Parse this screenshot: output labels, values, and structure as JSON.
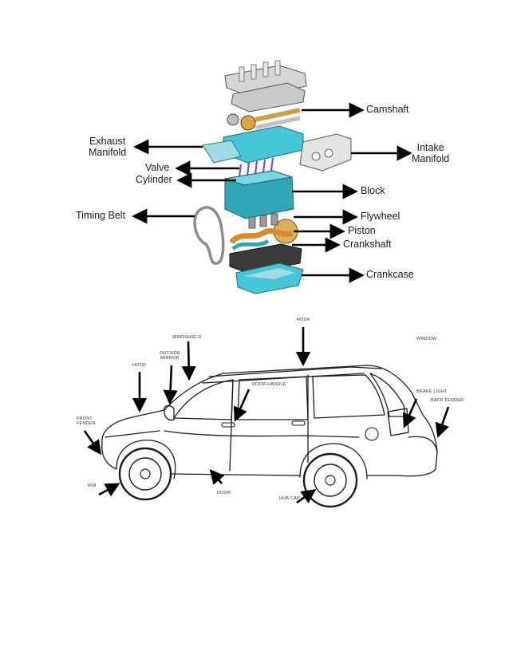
{
  "engine": {
    "labels": {
      "camshaft": "Camshaft",
      "intake_manifold": "Intake\nManifold",
      "exhaust_manifold": "Exhaust\nManifold",
      "valve": "Valve",
      "cylinder": "Cylinder",
      "block": "Block",
      "timing_belt": "Timing Belt",
      "flywheel": "Flywheel",
      "piston": "Piston",
      "crankshaft": "Crankshaft",
      "crankcase": "Crankcase"
    },
    "colors": {
      "cyan": "#46c6d6",
      "grey": "#b8bcbe",
      "orange": "#d98a2c",
      "purple": "#7f4fb3"
    }
  },
  "car": {
    "labels": {
      "roof": "ROOF",
      "windshield": "WINDSHIELD",
      "window": "WINDOW",
      "outside_mirror": "OUTSIDE\nMIRROR",
      "hood": "HOOD",
      "door_handle": "DOOR HANDLE",
      "brake_light": "BRAKE LIGHT",
      "back_fender": "BACK FENDER",
      "front_fender": "FRONT\nFENDER",
      "rim": "RIM",
      "door": "DOOR",
      "hub_cap": "HUB CAP"
    }
  }
}
